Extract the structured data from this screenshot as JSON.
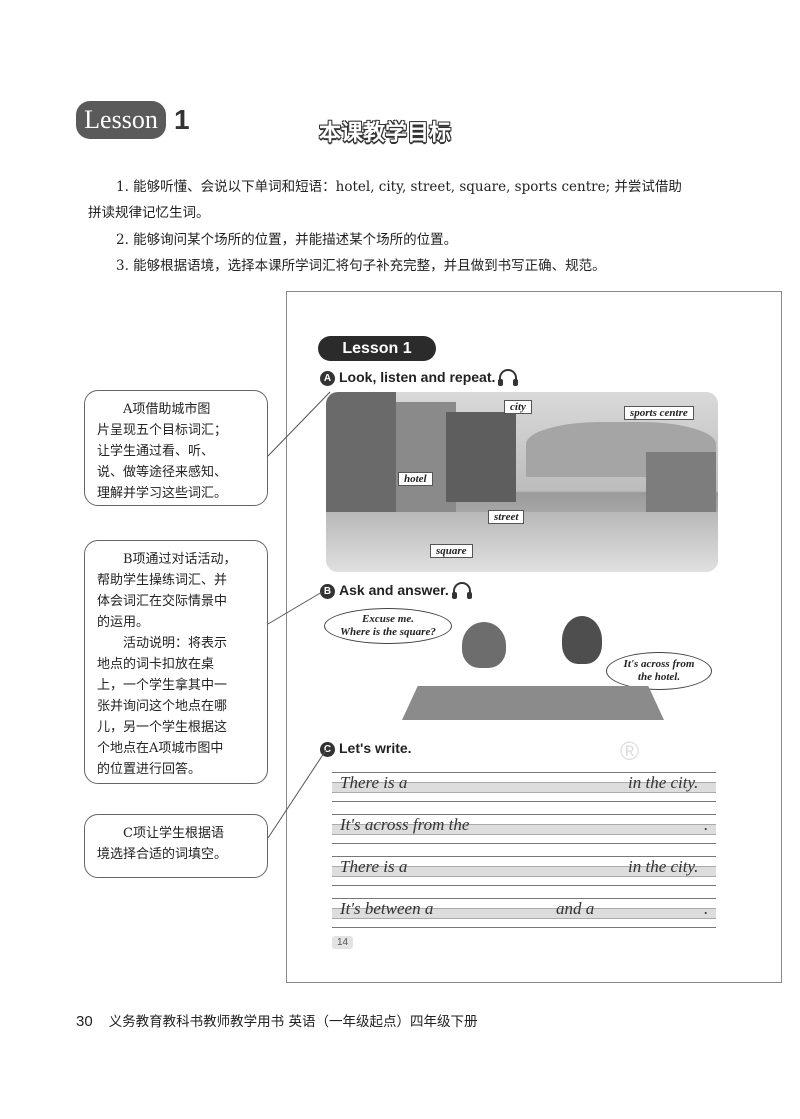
{
  "header": {
    "lesson_label": "Lesson",
    "lesson_number": "1",
    "objectives_title": "本课教学目标"
  },
  "objectives": [
    "1. 能够听懂、会说以下单词和短语：hotel, city, street, square, sports centre; 并尝试借助",
    "拼读规律记忆生词。",
    "2. 能够询问某个场所的位置，并能描述某个场所的位置。",
    "3. 能够根据语境，选择本课所学词汇将句子补充完整，并且做到书写正确、规范。"
  ],
  "textbook": {
    "lesson_label": "Lesson 1",
    "section_a": {
      "letter": "A",
      "title": "Look, listen and repeat."
    },
    "scene_labels": {
      "city": "city",
      "sports_centre": "sports centre",
      "hotel": "hotel",
      "street": "street",
      "square": "square"
    },
    "section_b": {
      "letter": "B",
      "title": "Ask and answer.",
      "bubble_boy_line1": "Excuse me.",
      "bubble_boy_line2": "Where is the square?",
      "bubble_girl_line1": "It's across from",
      "bubble_girl_line2": "the hotel."
    },
    "section_c": {
      "letter": "C",
      "title": "Let's write.",
      "lines": [
        {
          "left": "There is a",
          "right": "in the city."
        },
        {
          "left": "It's across from the",
          "right": "."
        },
        {
          "left": "There is a",
          "right": "in the city."
        },
        {
          "left": "It's between a",
          "middle": "and a",
          "right": "."
        }
      ]
    },
    "page_number": "14",
    "watermark": "®"
  },
  "notes": {
    "a": [
      "A项借助城市图",
      "片呈现五个目标词汇；",
      "让学生通过看、听、",
      "说、做等途径来感知、",
      "理解并学习这些词汇。"
    ],
    "b1": [
      "B项通过对话活动，",
      "帮助学生操练词汇、并",
      "体会词汇在交际情景中",
      "的运用。"
    ],
    "b2": [
      "活动说明：将表示",
      "地点的词卡扣放在桌",
      "上，一个学生拿其中一",
      "张并询问这个地点在哪",
      "儿，另一个学生根据这",
      "个地点在A项城市图中",
      "的位置进行回答。"
    ],
    "c": [
      "C项让学生根据语",
      "境选择合适的词填空。"
    ]
  },
  "footer": {
    "page_number": "30",
    "book_title": "义务教育教科书教师教学用书  英语（一年级起点）四年级下册"
  }
}
